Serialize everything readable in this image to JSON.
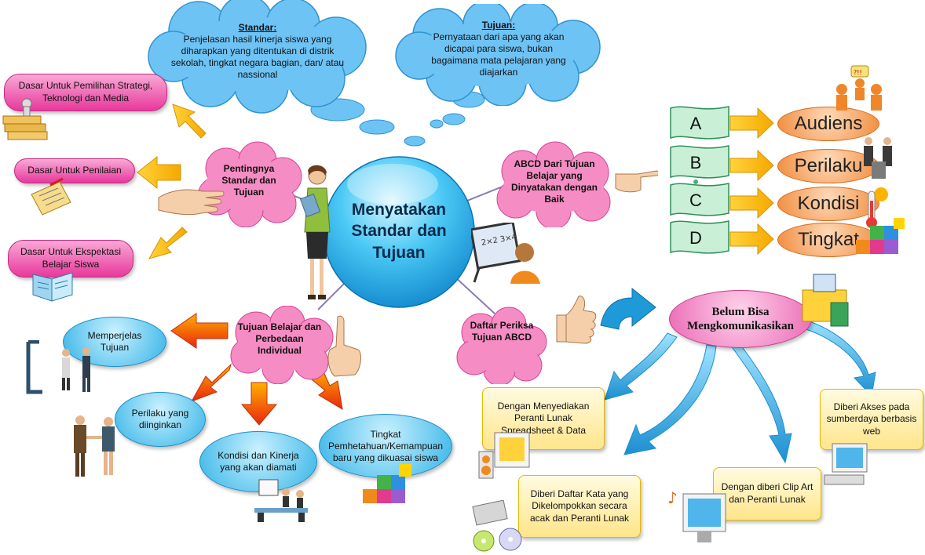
{
  "center": {
    "line1": "Menyatakan",
    "line2": "Standar dan",
    "line3": "Tujuan"
  },
  "clouds": {
    "standar": {
      "title": "Standar:",
      "body": "Penjelasan hasil kinerja siswa yang diharapkan yang ditentukan di distrik sekolah, tingkat negara bagian, dan/ atau nassional"
    },
    "tujuan": {
      "title": "Tujuan:",
      "body": "Pernyataan dari apa yang akan dicapai para siswa, bukan bagaimana mata pelajaran yang diajarkan"
    }
  },
  "pink_clouds": {
    "pentingnya": "Pentingnya Standar dan Tujuan",
    "abcd": "ABCD Dari Tujuan Belajar yang Dinyatakan dengan Baik",
    "tujuan_belajar": "Tujuan Belajar dan Perbedaan Individual",
    "daftar": "Daftar Periksa Tujuan ABCD"
  },
  "left_pills": [
    "Dasar Untuk Pemilihan Strategi, Teknologi dan Media",
    "Dasar Untuk Penilaian",
    "Dasar Untuk Ekspektasi Belajar Siswa"
  ],
  "abcd": {
    "letters": [
      "A",
      "B",
      "C",
      "D"
    ],
    "labels": [
      "Audiens",
      "Perilaku",
      "Kondisi",
      "Tingkat"
    ]
  },
  "blue_ellipses": {
    "memperjelas": "Memperjelas Tujuan",
    "perilaku": "Perilaku yang diinginkan",
    "kondisi": "Kondisi dan Kinerja yang akan diamati",
    "tingkat": "Tingkat Pemhetahuan/Kemampuan baru yang dikuasai siswa"
  },
  "belum": "Belum Bisa Mengkomunikasikan",
  "yellow_boxes": {
    "spreadsheet": "Dengan Menyediakan Peranti Lunak Spreadsheet & Data",
    "daftar_kata": "Diberi Daftar Kata yang Dikelompokkan secara acak dan Peranti Lunak",
    "clipart": "Dengan diberi Clip Art dan Peranti Lunak",
    "akses": "Diberi Akses pada sumberdaya berbasis web"
  },
  "icon_text": {
    "matrix": "2×2 3×4",
    "sign": "?!!"
  },
  "colors": {
    "pink": "#e8389c",
    "blue": "#33b3e6",
    "orange": "#f08a3a",
    "yellow": "#ffe58a",
    "green": "#4caf6f",
    "arrow": "#f5a800"
  }
}
